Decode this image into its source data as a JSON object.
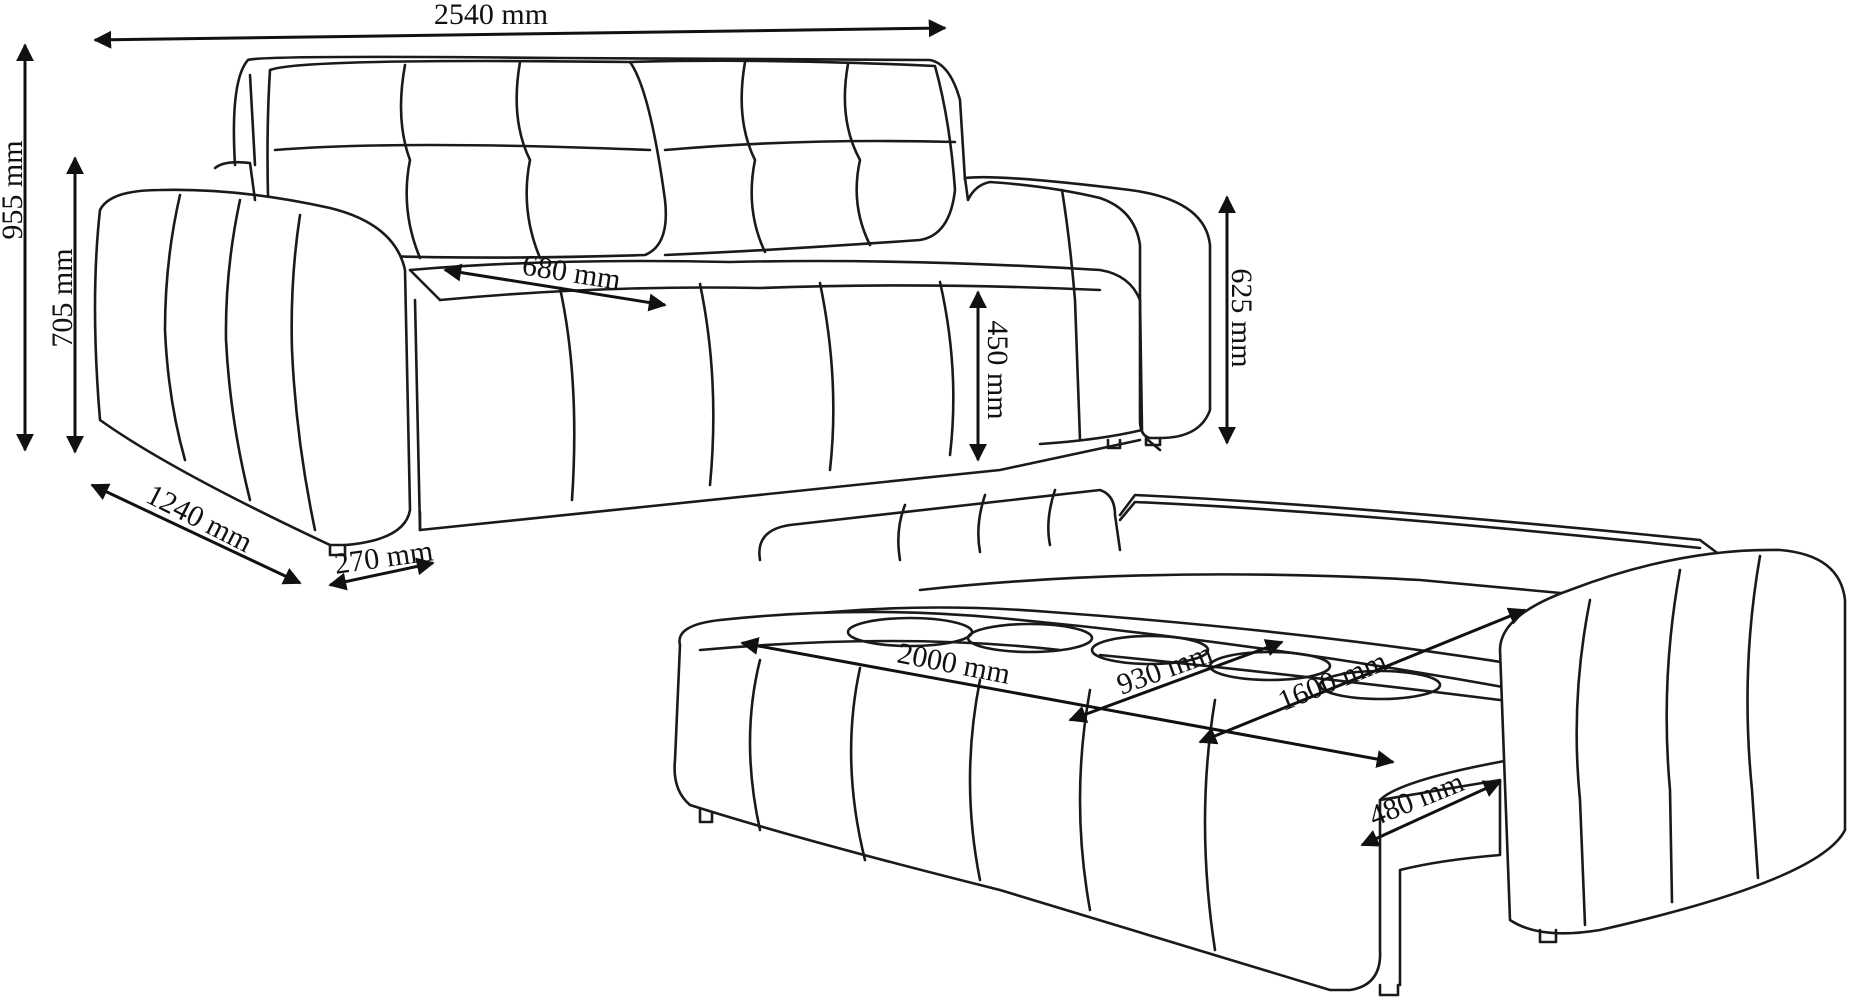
{
  "dimensions": {
    "width": "2540 mm",
    "total_height": "955  mm",
    "armrest_height": "705  mm",
    "depth": "1240 mm",
    "armrest_width": "270  mm",
    "seat_depth": "680 mm",
    "seat_height": "450  mm",
    "back_height": "625 mm",
    "bed_length": "2000 mm",
    "seat_part": "930 mm",
    "bed_width": "1600 mm",
    "storage_height": "480  mm"
  },
  "colors": {
    "line": "#1a1a1a",
    "background": "#ffffff"
  }
}
